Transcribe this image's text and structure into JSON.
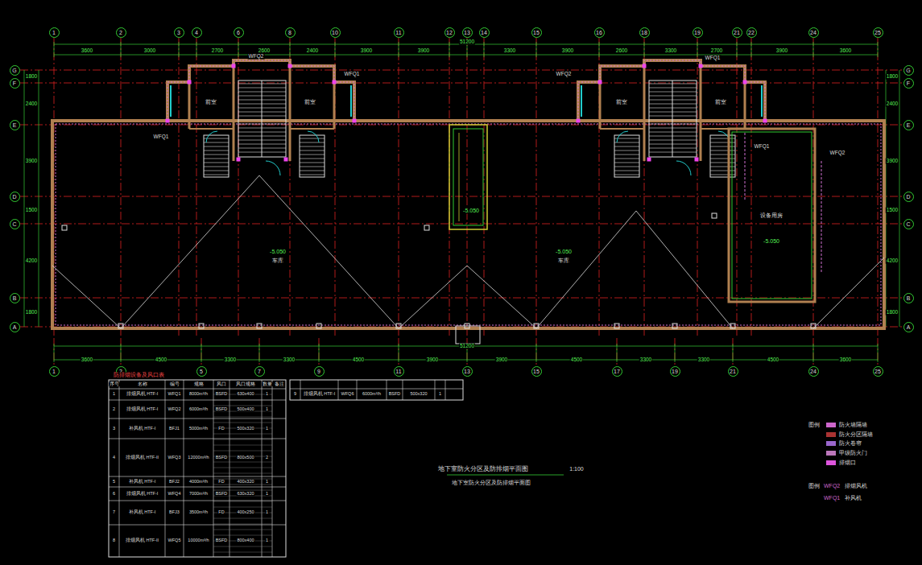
{
  "diagram": {
    "title": "地下室防火分区及防排烟平面图",
    "nodes": [
      {
        "text": [
          "1"
        ]
      },
      {
        "text": [
          "2"
        ]
      },
      {
        "text": [
          "3"
        ]
      },
      {
        "text": [
          "4"
        ]
      },
      {
        "text": [
          "6"
        ]
      },
      {
        "text": [
          "8"
        ]
      },
      {
        "text": [
          "10"
        ]
      },
      {
        "text": [
          "11"
        ]
      },
      {
        "text": [
          "12"
        ]
      },
      {
        "text": [
          "13"
        ]
      },
      {
        "text": [
          "14"
        ]
      },
      {
        "text": [
          "15"
        ]
      },
      {
        "text": [
          "16"
        ]
      },
      {
        "text": [
          "18"
        ]
      },
      {
        "text": [
          "19"
        ]
      },
      {
        "text": [
          "21"
        ]
      },
      {
        "text": [
          "22"
        ]
      },
      {
        "text": [
          "24"
        ]
      },
      {
        "text": [
          "25"
        ]
      },
      {
        "text": [
          "1"
        ]
      },
      {
        "text": [
          "2"
        ]
      },
      {
        "text": [
          "5"
        ]
      },
      {
        "text": [
          "7"
        ]
      },
      {
        "text": [
          "9"
        ]
      },
      {
        "text": [
          "11"
        ]
      },
      {
        "text": [
          "13"
        ]
      },
      {
        "text": [
          "15"
        ]
      },
      {
        "text": [
          "17"
        ]
      },
      {
        "text": [
          "19"
        ]
      },
      {
        "text": [
          "21"
        ]
      },
      {
        "text": [
          "24"
        ]
      },
      {
        "text": [
          "25"
        ]
      },
      {
        "text": [
          "G"
        ]
      },
      {
        "text": [
          "F"
        ]
      },
      {
        "text": [
          "E"
        ]
      },
      {
        "text": [
          "D"
        ]
      },
      {
        "text": [
          "C"
        ]
      },
      {
        "text": [
          "B"
        ]
      },
      {
        "text": [
          "A"
        ]
      },
      {
        "text": [
          "G"
        ]
      },
      {
        "text": [
          "F"
        ]
      },
      {
        "text": [
          "E"
        ]
      },
      {
        "text": [
          "D"
        ]
      },
      {
        "text": [
          "C"
        ]
      },
      {
        "text": [
          "B"
        ]
      },
      {
        "text": [
          "A"
        ]
      }
    ],
    "labels": [
      "51200",
      "51200",
      "3600",
      "3000",
      "2700",
      "2600",
      "2400",
      "3900",
      "3900",
      "3300",
      "3900",
      "2600",
      "3300",
      "2700",
      "3900",
      "3600",
      "3600",
      "4500",
      "3300",
      "3300",
      "4500",
      "3900",
      "3900",
      "4500",
      "3300",
      "3300",
      "4500",
      "3600",
      "1800",
      "2400",
      "3900",
      "1500",
      "4200",
      "1800",
      "1800",
      "2400",
      "3900",
      "1500",
      "4200",
      "1800",
      "-5.050",
      "车库",
      "-5.050",
      "车库",
      "-5.050",
      "设备用房",
      "-5.050",
      "前室",
      "前室",
      "前室",
      "前室",
      "WFQ2",
      "WFQ1",
      "WFQ2",
      "WFQ1",
      "WFQ2",
      "WFQ1",
      "WFQ1",
      "地下室防火分区及防排烟平面图",
      "1:100",
      "防排烟设备及风口表",
      "序号",
      "名称",
      "编号",
      "规格",
      "风口",
      "风口规格",
      "数量",
      "备注",
      "1",
      "排烟风机 HTF-I",
      "WFQ1",
      "8000m³/h",
      "BSFD",
      "630x400",
      "1",
      "2",
      "排烟风机 HTF-I",
      "WFQ2",
      "6000m³/h",
      "BSFD",
      "500x400",
      "1",
      "3",
      "补风机 HTF-I",
      "BFJ1",
      "5000m³/h",
      "FD",
      "500x320",
      "1",
      "4",
      "排烟风机 HTF-II",
      "WFQ3",
      "12000m³/h",
      "BSFD",
      "800x500",
      "2",
      "5",
      "补风机 HTF-I",
      "BFJ2",
      "4000m³/h",
      "FD",
      "400x320",
      "1",
      "6",
      "排烟风机 HTF-I",
      "WFQ4",
      "7000m³/h",
      "BSFD",
      "630x320",
      "1",
      "7",
      "补风机 HTF-I",
      "BFJ3",
      "3500m³/h",
      "FD",
      "400x250",
      "1",
      "8",
      "排烟风机 HTF-II",
      "WFQ5",
      "10000m³/h",
      "BSFD",
      "800x400",
      "1",
      "9",
      "排烟风机 HTF-I",
      "WFQ6",
      "6000m³/h",
      "BSFD",
      "500x320",
      "1",
      "图例",
      "图例",
      "WFQ2",
      "排烟风机",
      "WFQ1",
      "补风机"
    ],
    "legend": [
      {
        "text": "防火墙隔墙",
        "color": "#cc66cc"
      },
      {
        "text": "防火分区隔墙",
        "color": "#aa3333"
      },
      {
        "text": "防火卷帘",
        "color": "#9966cc"
      },
      {
        "text": "甲级防火门",
        "color": "#bb77bb"
      },
      {
        "text": "排烟口",
        "color": "#dd55dd"
      }
    ]
  }
}
